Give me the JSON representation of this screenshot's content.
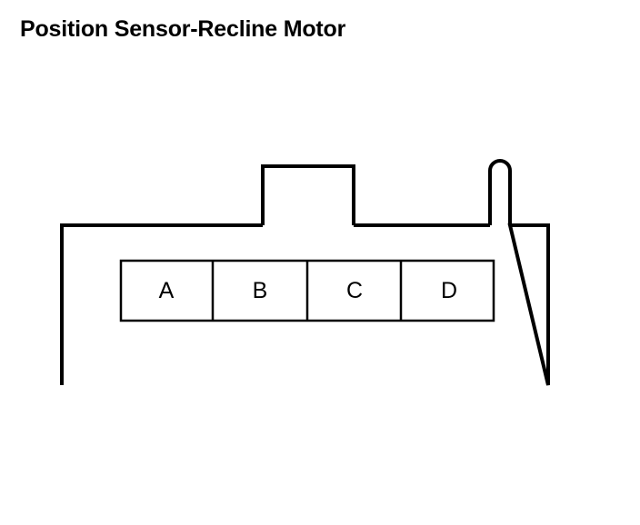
{
  "title": "Position Sensor-Recline Motor",
  "connector": {
    "pins": [
      "A",
      "B",
      "C",
      "D"
    ]
  },
  "colors": {
    "stroke": "#000000",
    "background": "#ffffff"
  }
}
